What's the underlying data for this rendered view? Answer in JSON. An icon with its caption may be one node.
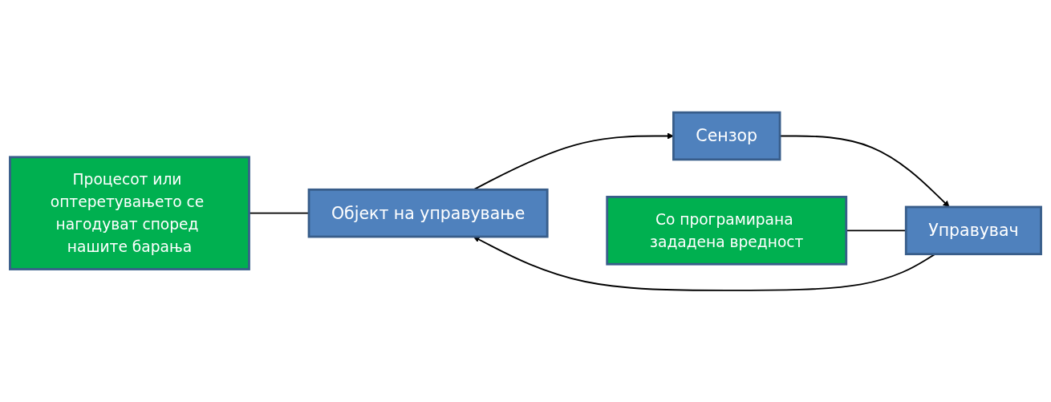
{
  "diagram": {
    "nodes": [
      {
        "text": [
          "Сензор"
        ]
      },
      {
        "text": [
          "Процесот или оптеретувањето се нагодуват според нашите барања"
        ]
      },
      {
        "text": [
          "Со програмирана зададена вредност"
        ]
      },
      {
        "text": [
          "Објект на управување"
        ]
      },
      {
        "text": [
          "Управувач"
        ]
      }
    ],
    "edges": [
      {
        "from": 3,
        "to": 0,
        "arrow": "to"
      },
      {
        "from": 0,
        "to": 4,
        "arrow": "to"
      },
      {
        "from": 4,
        "to": 3,
        "arrow": "to"
      },
      {
        "from": 1,
        "to": 3,
        "arrow": "none"
      },
      {
        "from": 2,
        "to": 4,
        "arrow": "none"
      }
    ]
  }
}
